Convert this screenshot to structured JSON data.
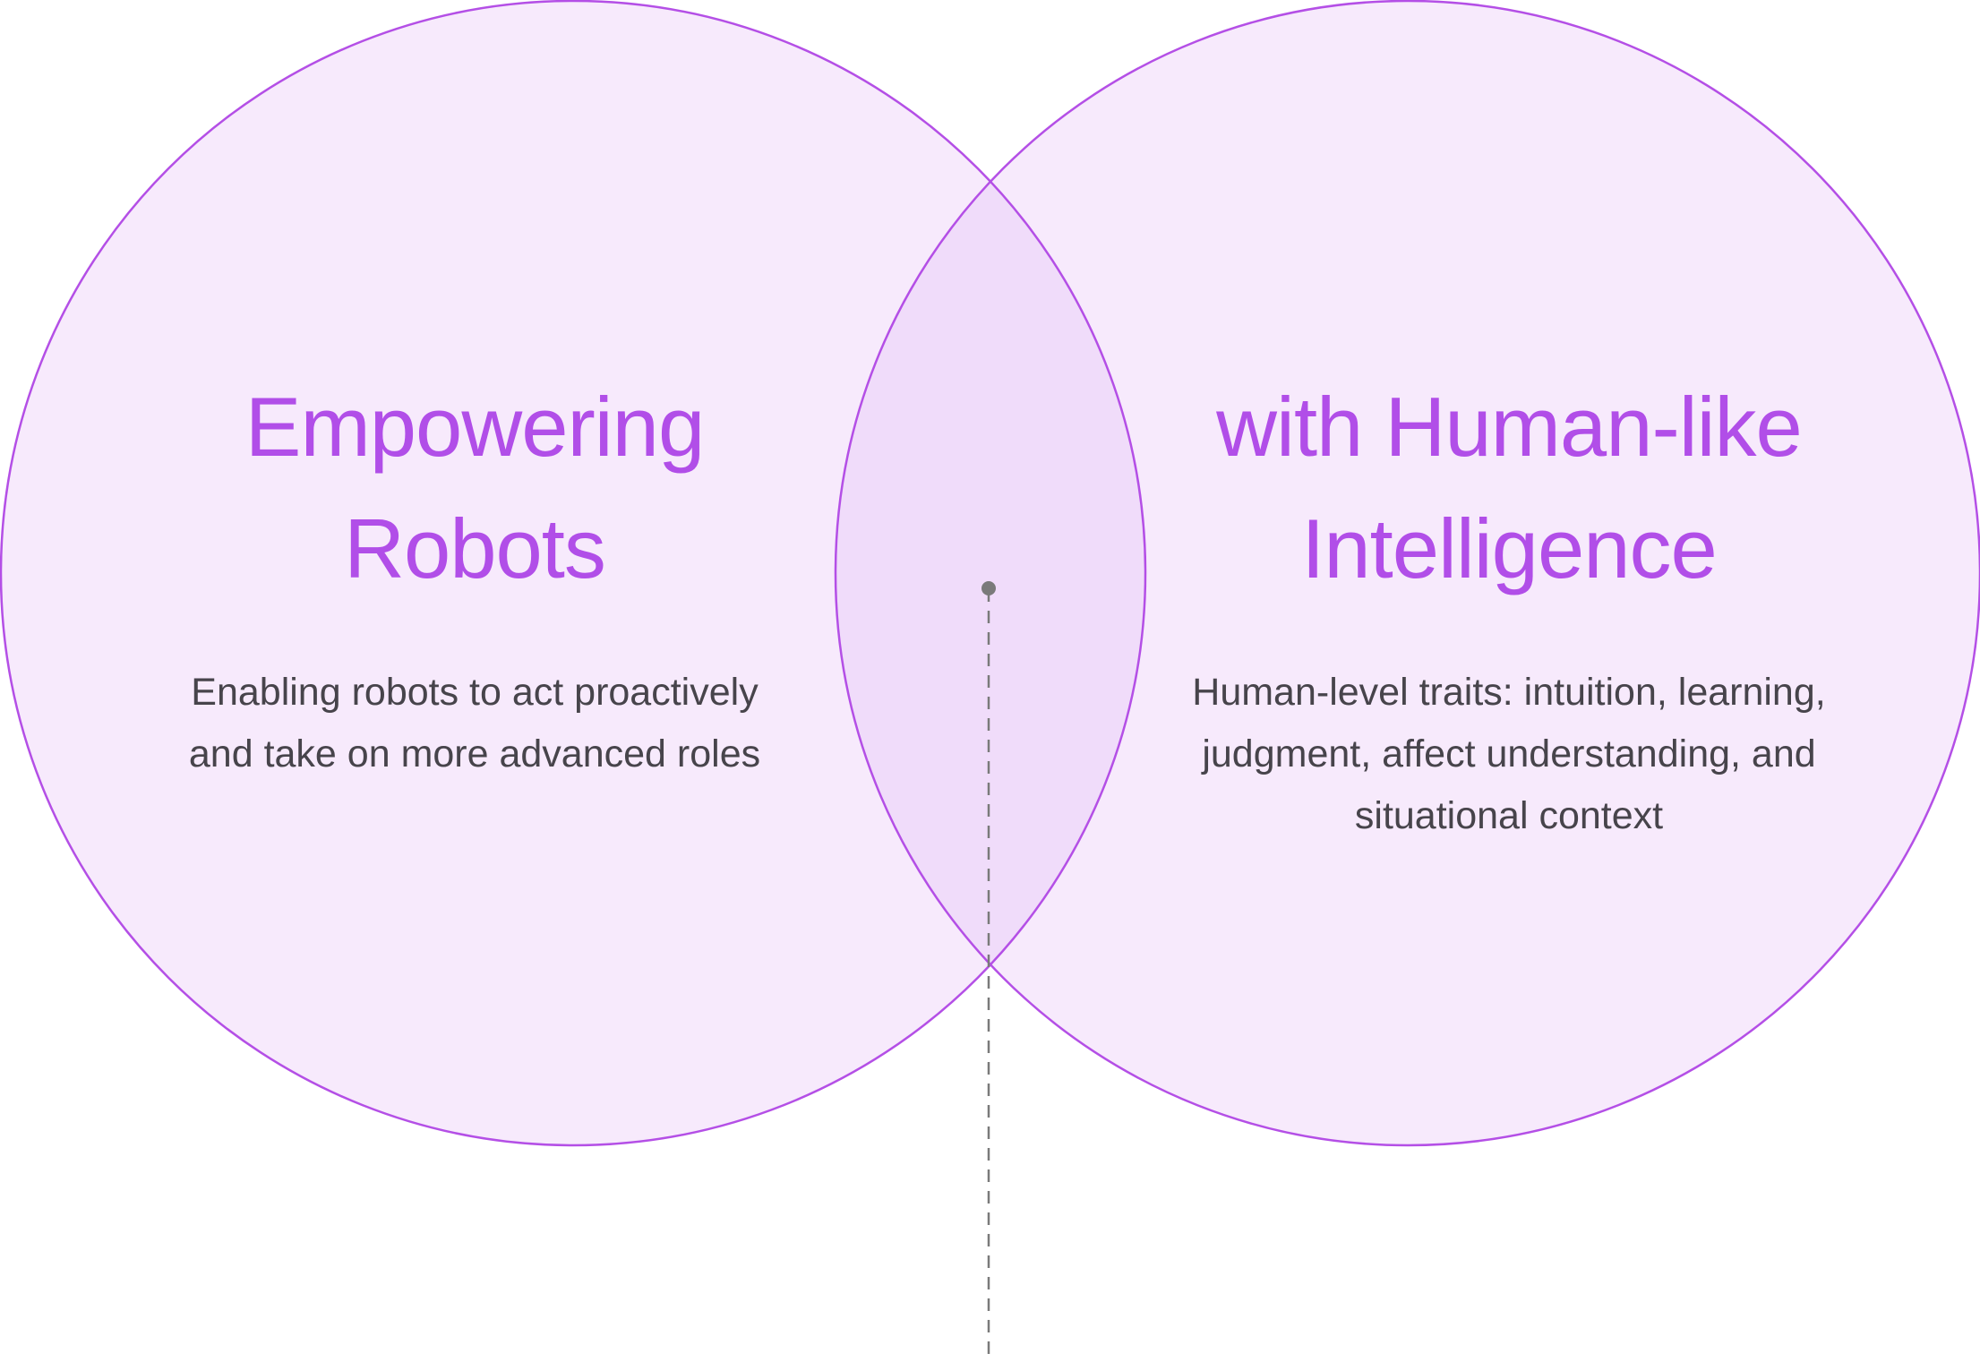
{
  "diagram": {
    "type": "venn",
    "colors": {
      "circle_fill": "#f7eafc",
      "overlap_fill": "#f0dcfa",
      "circle_stroke": "#b44fe6",
      "heading_text": "#b14ee8",
      "body_text": "#47444b",
      "connector": "#7a7a7a"
    },
    "left_circle": {
      "heading_line1": "Empowering",
      "heading_line2": "Robots",
      "description_line1": "Enabling robots to act proactively",
      "description_line2": "and take on more advanced roles"
    },
    "right_circle": {
      "heading_line1": "with Human-like",
      "heading_line2": "Intelligence",
      "description_line1": "Human-level traits: intuition, learning,",
      "description_line2": "judgment, affect understanding, and",
      "description_line3": "situational context"
    },
    "overlap": {
      "connector_style": "dashed",
      "has_dot_marker": true
    }
  }
}
